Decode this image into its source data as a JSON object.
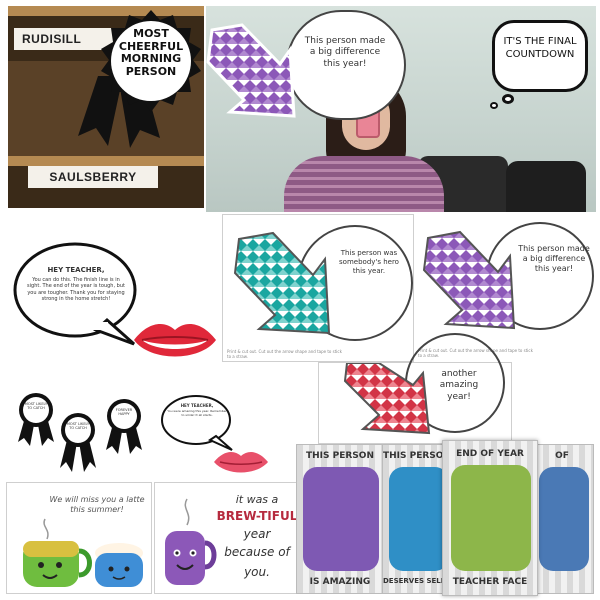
{
  "mailbox": {
    "top_name": "RUDISILL",
    "bottom_name": "SAULSBERRY",
    "ribbon_text": "MOST CHEERFUL MORNING PERSON"
  },
  "selfie": {
    "arrow_bubble": "This person made a big difference this year!",
    "countdown_bubble": "IT'S THE FINAL COUNTDOWN"
  },
  "teacher_bubble": {
    "title": "HEY TEACHER,",
    "body": "You can do this. The finish line is in sight. The end of the year is tough, but you are tougher. Thank you for staying strong in the home stretch!"
  },
  "cards": {
    "somebody_hero": "This person was somebody's hero this year.",
    "big_difference": "This person made a big difference this year!",
    "another_year": "another amazing year!",
    "footer_note": "Print & cut out. Cut out the arrow shape and tape to stick to a straw."
  },
  "ribbons": {
    "one": "MOST LIKELY TO CATCH",
    "two": "MOST LIKELY TO CATCH",
    "three": "FOREVER HAPPY"
  },
  "small_bubble": {
    "title": "HEY TEACHER,",
    "body": "You were amazing this year. Remember to smile! It all starts."
  },
  "mugs": {
    "card1_text": "We will miss you a latte this summer!",
    "card2_line1": "it was a",
    "card2_line2": "BREW-TIFUL",
    "card2_line3": "year",
    "card2_line4": "because of",
    "card2_line5": "you."
  },
  "posters": {
    "p1_top": "THIS PERSON",
    "p1_bottom": "IS AMAZING",
    "p2_top": "THIS PERSON",
    "p2_bottom": "DESERVES SELF CARE",
    "p3_top": "END OF YEAR",
    "p3_bottom": "TEACHER FACE",
    "p4_top": "OF"
  },
  "colors": {
    "teal": "#1aa6a0",
    "purple": "#8c58b8",
    "red": "#d23446",
    "lips": "#e0283a",
    "poster_purple": "#7e59b3",
    "poster_blue": "#2f8fc6",
    "poster_green": "#8db64a",
    "poster_steel": "#4a79b5"
  }
}
